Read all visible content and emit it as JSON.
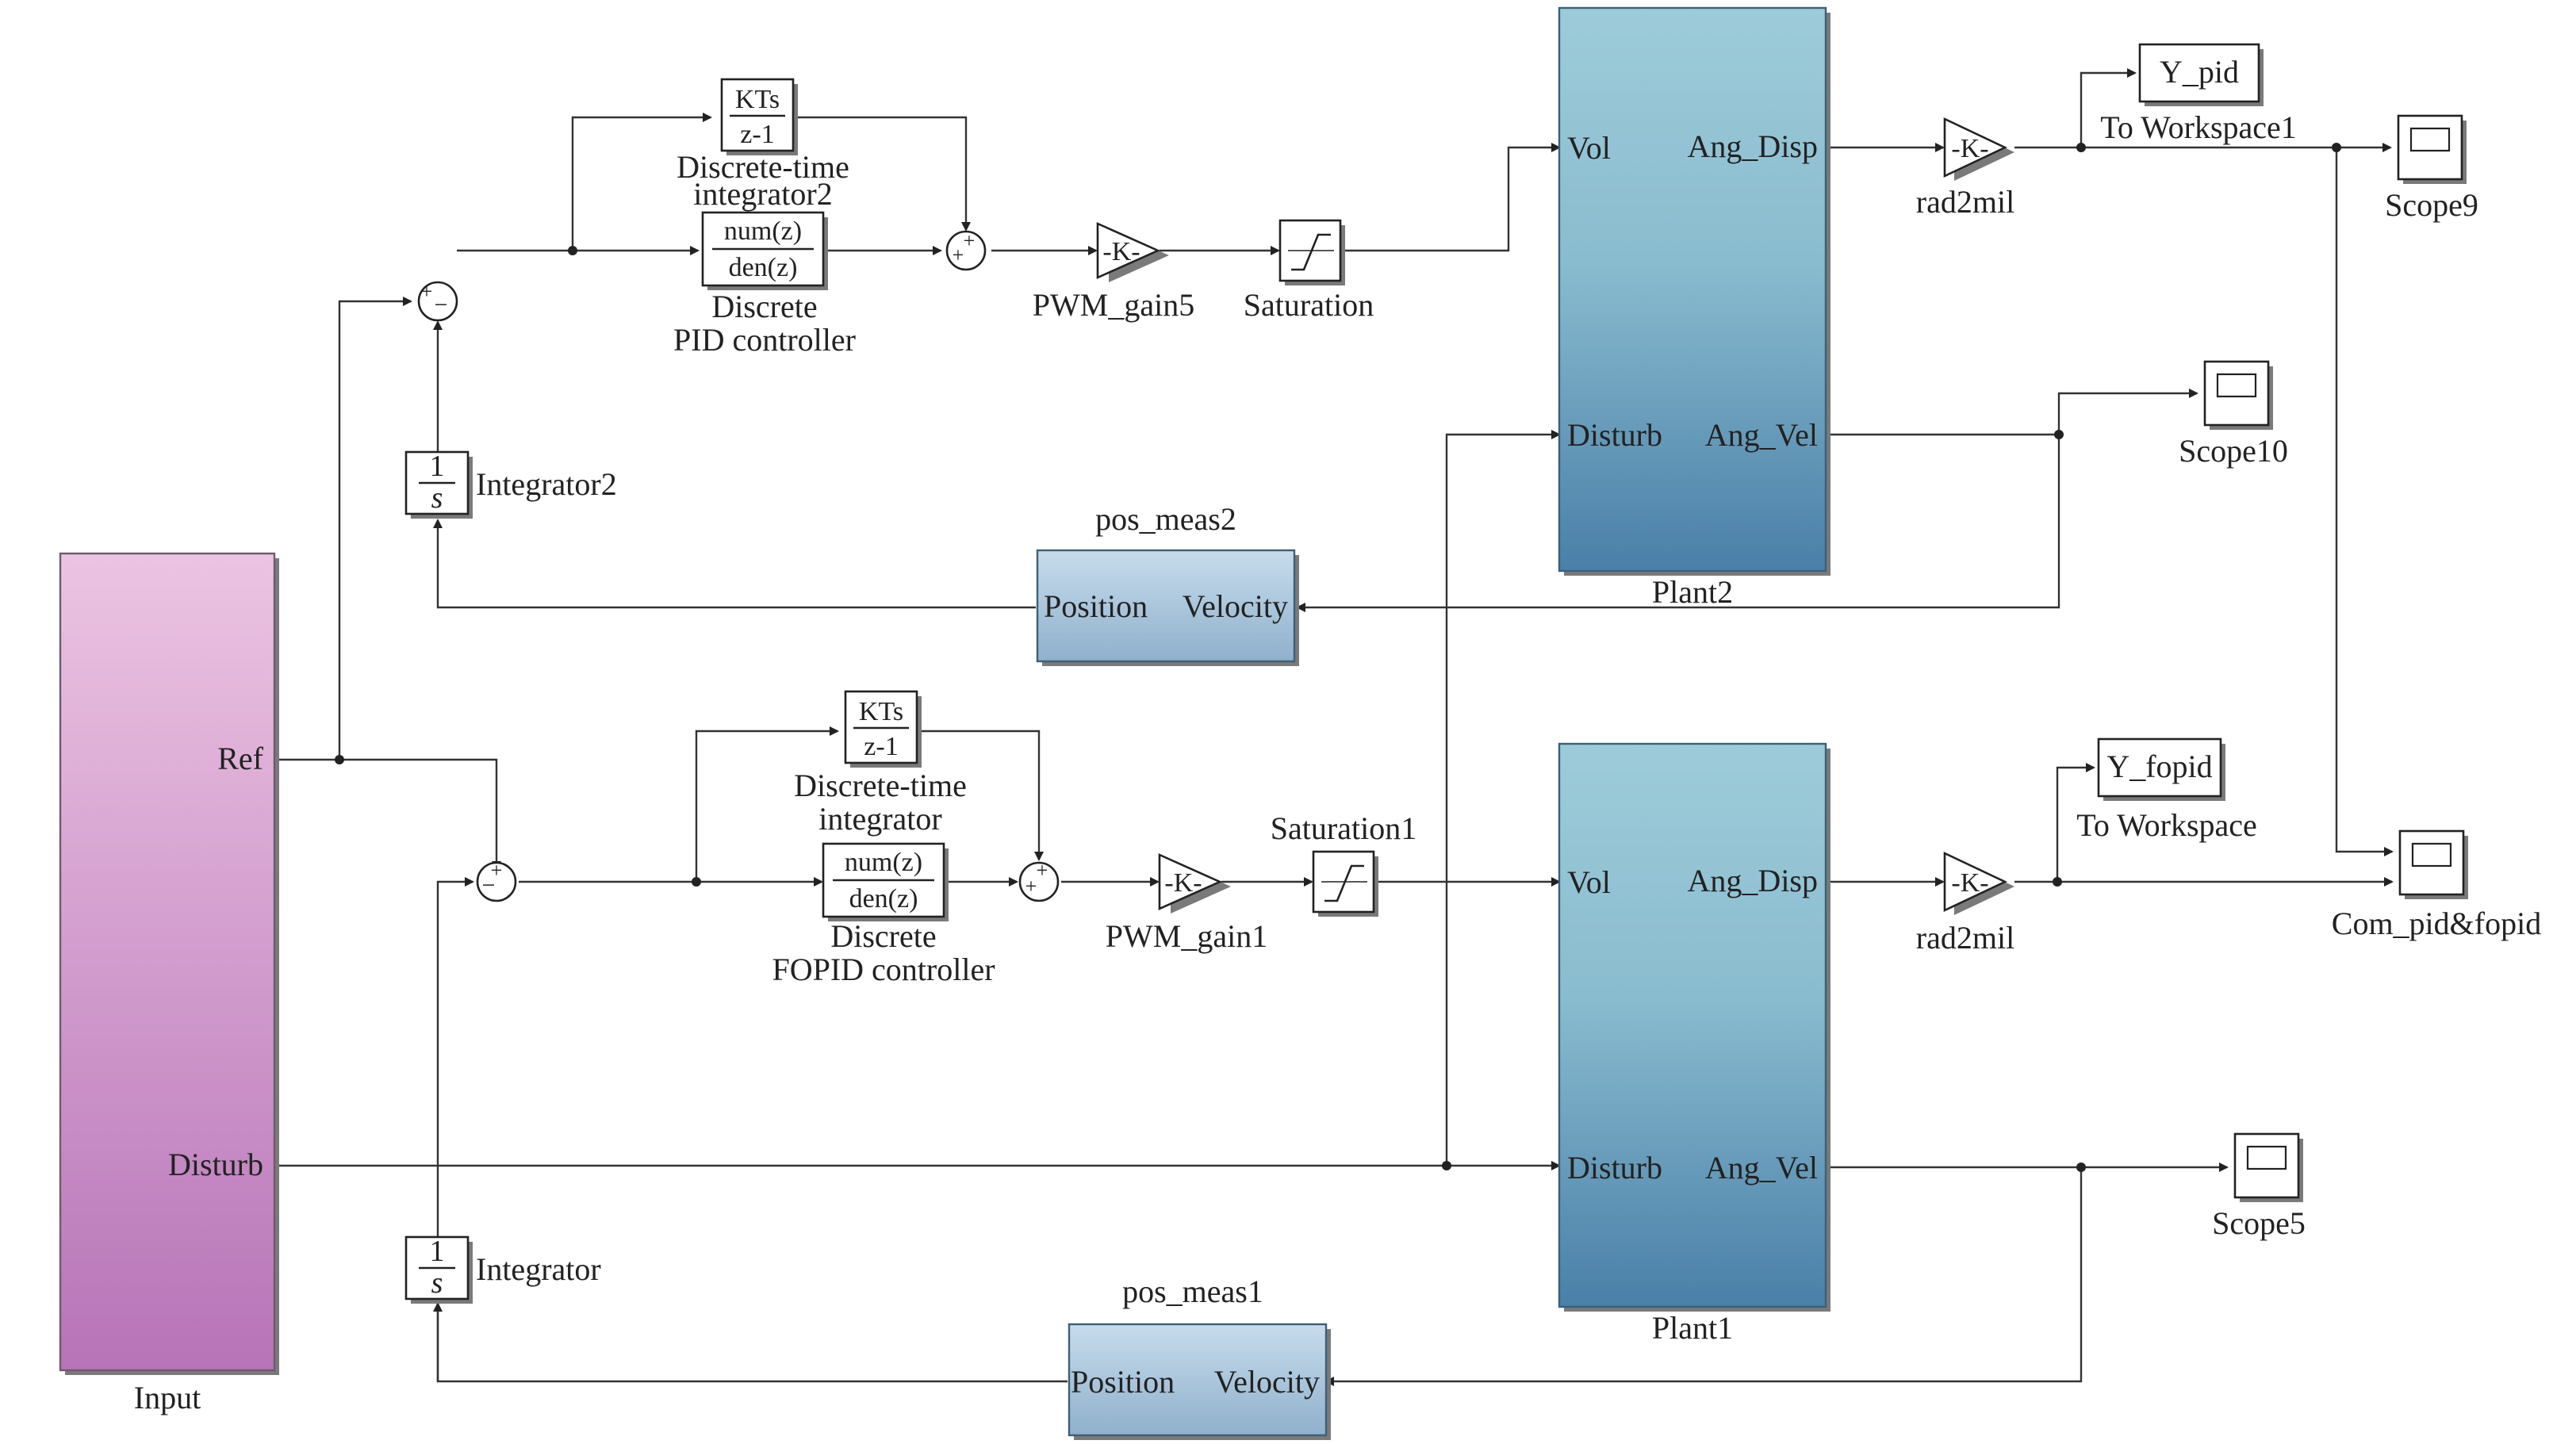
{
  "blocks": {
    "input": {
      "name": "Input",
      "port_ref": "Ref",
      "port_disturb": "Disturb"
    },
    "integrator2": {
      "name": "Integrator2",
      "num": "1",
      "den": "s"
    },
    "integrator": {
      "name": "Integrator",
      "num": "1",
      "den": "s"
    },
    "dt_integrator2": {
      "line1": "Discrete-time",
      "line2": "integrator2",
      "num": "KTs",
      "den": "z-1"
    },
    "dt_integrator": {
      "line1": "Discrete-time",
      "line2": "integrator",
      "num": "KTs",
      "den": "z-1"
    },
    "pid": {
      "line1": "Discrete",
      "line2": "PID controller",
      "num": "num(z)",
      "den": "den(z)"
    },
    "fopid": {
      "line1": "Discrete",
      "line2": "FOPID controller",
      "num": "num(z)",
      "den": "den(z)"
    },
    "pwm_gain5": {
      "name": "PWM_gain5",
      "gain": "-K-"
    },
    "pwm_gain1": {
      "name": "PWM_gain1",
      "gain": "-K-"
    },
    "saturation": {
      "name": "Saturation"
    },
    "saturation1": {
      "name": "Saturation1"
    },
    "plant2": {
      "name": "Plant2",
      "in1": "Vol",
      "in2": "Disturb",
      "out1": "Ang_Disp",
      "out2": "Ang_Vel"
    },
    "plant1": {
      "name": "Plant1",
      "in1": "Vol",
      "in2": "Disturb",
      "out1": "Ang_Disp",
      "out2": "Ang_Vel"
    },
    "rad2mil_top": {
      "name": "rad2mil",
      "gain": "-K-"
    },
    "rad2mil_bot": {
      "name": "rad2mil",
      "gain": "-K-"
    },
    "pos_meas2": {
      "name": "pos_meas2",
      "in": "Position",
      "out": "Velocity"
    },
    "pos_meas1": {
      "name": "pos_meas1",
      "in": "Position",
      "out": "Velocity"
    },
    "ws_pid": {
      "var": "Y_pid",
      "name": "To Workspace1"
    },
    "ws_fopid": {
      "var": "Y_fopid",
      "name": "To Workspace"
    },
    "scope9": {
      "name": "Scope9"
    },
    "scope10": {
      "name": "Scope10"
    },
    "scope5": {
      "name": "Scope5"
    },
    "scope_com": {
      "name": "Com_pid&fopid"
    }
  },
  "colors": {
    "input_top": "#ecc4e2",
    "input_bottom": "#b774b8",
    "plant_top": "#9dcbd9",
    "plant_bottom": "#4a7fa8",
    "meas_top": "#c7dcec",
    "meas_bottom": "#8fb0cc",
    "line": "#333333"
  }
}
